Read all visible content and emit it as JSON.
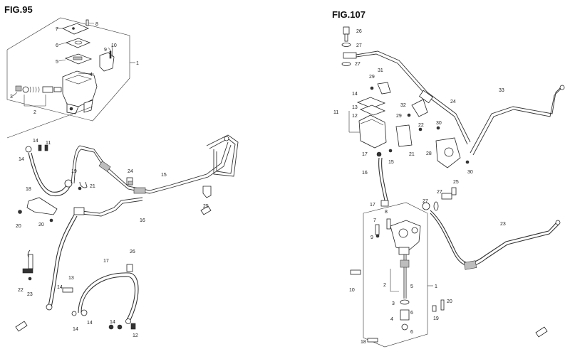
{
  "fig95": {
    "title": "FIG.95",
    "callouts": {
      "c1": "1",
      "c2": "2",
      "c3": "3",
      "c4": "4",
      "c5": "5",
      "c6": "6",
      "c7": "7",
      "c8": "8",
      "c9": "9",
      "c10": "10",
      "c11": "11",
      "c14a": "14",
      "c14b": "14",
      "c16": "16",
      "c15": "15",
      "c19": "19",
      "c21": "21",
      "c24": "24",
      "c25": "25",
      "c18": "18",
      "c20a": "20",
      "c20b": "20",
      "c17": "17",
      "c26": "26",
      "c13": "13",
      "c14c": "14",
      "c14d": "14",
      "c14e": "14",
      "c14f": "14",
      "c12": "12",
      "c22": "22",
      "c23": "23"
    }
  },
  "fig107": {
    "title": "FIG.107",
    "callouts": {
      "c26": "26",
      "c27a": "27",
      "c27b": "27",
      "c29a": "29",
      "c31": "31",
      "c14": "14",
      "c13": "13",
      "c11": "11",
      "c12": "12",
      "c32": "32",
      "c29b": "29",
      "c24": "24",
      "c33": "33",
      "c22": "22",
      "c30a": "30",
      "c21": "21",
      "c28": "28",
      "c30b": "30",
      "c17a": "17",
      "c15": "15",
      "c16": "16",
      "c17b": "17",
      "c25": "25",
      "c27c": "27",
      "c27d": "27",
      "c23": "23",
      "c7": "7",
      "c8": "8",
      "c9": "9",
      "c10": "10",
      "c2": "2",
      "c5": "5",
      "c1": "1",
      "c3": "3",
      "c6a": "6",
      "c4": "4",
      "c6b": "6",
      "c19": "19",
      "c20": "20",
      "c18": "18"
    }
  }
}
